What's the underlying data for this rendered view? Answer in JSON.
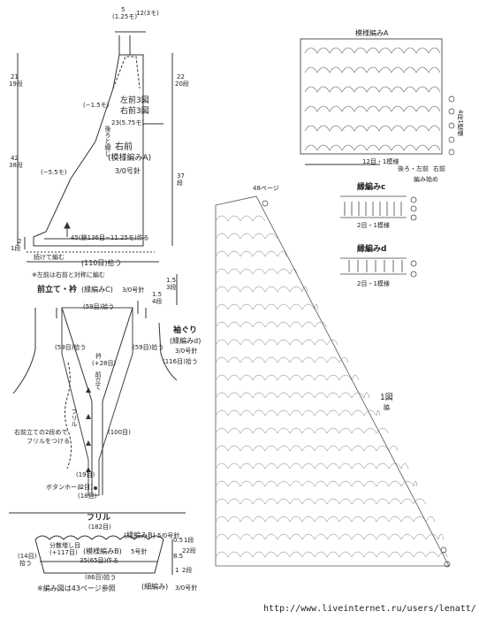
{
  "top_piece": {
    "top_width": "5",
    "top_width_cm": "(1.25モ)",
    "top_step": "12(3モ)",
    "title_l": "左前3図",
    "title_r": "右前3図",
    "inner_width": "23(5.75モ)",
    "dec_1": "(−1.5モ)",
    "dec_2": "(−5.5モ)",
    "back_label": "後ろと綴じ",
    "name": "右前",
    "pattern": "(模様編みA)",
    "needle": "3/0号針",
    "left_h1": "21",
    "left_h1_rows": "19段",
    "left_h2": "42",
    "left_h2_rows": "38段",
    "left_h3": "2",
    "left_h3_rows": "1段",
    "right_h1": "22",
    "right_h1_rows": "20段",
    "right_h2": "37",
    "right_h2_rows": "段",
    "bottom": "45(鎖136目−11.25モ)作る",
    "continue_label": "続けて編む",
    "base_stitches": "(110目)拾う",
    "note": "※左前は右前と対称に編む"
  },
  "neck_piece": {
    "title": "前立て・衿",
    "pattern": "(縁編みC)",
    "needle": "3/0号針",
    "pickup_top": "(59目)拾う",
    "pickup_left": "(59目)拾う",
    "pickup_right": "(59目)拾う",
    "collar": "衿",
    "collar_inc": "(+28目)",
    "front": "前立て",
    "pickup_100": "(100目)",
    "pickup_19": "(19目)",
    "pickup_2": "(2目)",
    "pickup_18": "(18目)",
    "buttonhole": "ボタンホール",
    "frill_v": "フリル",
    "right_note_1": "右前立ての2段めで",
    "right_note_2": "フリルをつける",
    "h1": "1.5",
    "h1_rows": "3段",
    "h2": "1.5",
    "h2_rows": "4段"
  },
  "sleeve": {
    "title": "袖ぐり",
    "pattern": "(縁編みd)",
    "needle": "3/0号針",
    "pickup": "(116目)拾う"
  },
  "frill": {
    "title": "フリル",
    "pickup": "(182目)",
    "edge": "(縁編みB)",
    "edge_needle": "5/0号針",
    "dist": "分散増し目",
    "dist_inc": "(+117目)",
    "pattern": "(模様編みB)",
    "pattern_needle": "5号針",
    "pattern_size": "35(65目)作る",
    "left": "(14目)",
    "left_label": "拾う",
    "chain": "(86目)拾う",
    "bottom_edge": "(細編み)",
    "bottom_needle": "3/0号針",
    "h1": "0.5",
    "h1_rows": "1段",
    "h2": "8.5",
    "h2_rows": "22段",
    "h3": "1",
    "h3_rows": "2段",
    "note": "※編み図は43ページ参照"
  },
  "pattern_a": {
    "title": "模様編みA",
    "repeat": "12目・1模様",
    "left_label": "後ろ・左前",
    "right_label": "右前",
    "start": "編み始め",
    "rows": "4段1模様"
  },
  "pattern_c": {
    "title": "縁編みc",
    "repeat": "2目・1模様"
  },
  "pattern_d": {
    "title": "縁編みd",
    "repeat": "2目・1模様"
  },
  "big_chart": {
    "page_ref": "48ページ",
    "fig": "1図",
    "label": "脇"
  },
  "url": "http://www.liveinternet.ru/users/lenatt/"
}
